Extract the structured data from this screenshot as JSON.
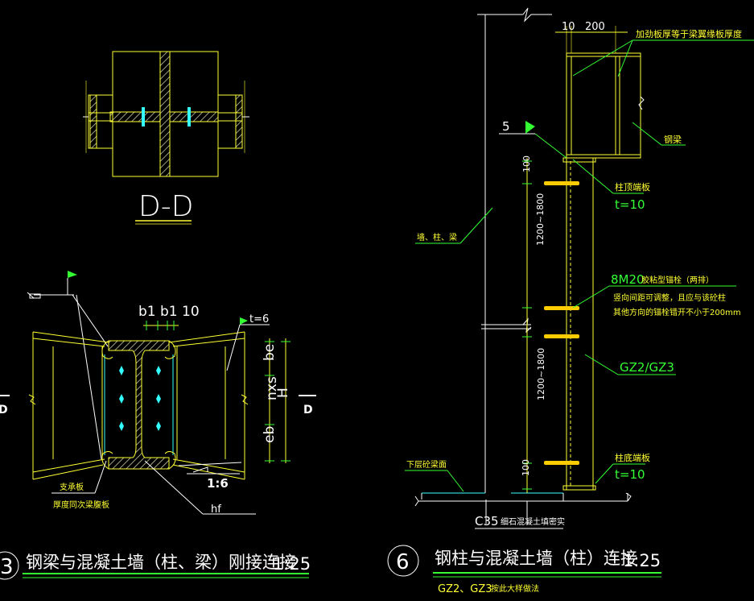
{
  "section_dd": {
    "title": "D-D"
  },
  "detail3": {
    "dim_top": "b1 b1 10",
    "t6": "t=6",
    "be_top": "be",
    "nxs": "nxs",
    "H": "H",
    "be_bottom": "eb",
    "ratio": "1:6",
    "D_left": "D",
    "D_right": "D",
    "note_plate": "支承板",
    "note_plate2": "厚度同次梁腹板",
    "hf": "hf",
    "number": "3",
    "title": "钢梁与混凝土墙（柱、梁）刚接连接",
    "scale": "1:25"
  },
  "detail6": {
    "dim_10": "10",
    "dim_200": "200",
    "note_stiffener": "加劲板厚等于梁翼缘板厚度",
    "weld_5": "5",
    "note_steel_beam": "钢梁",
    "dim_100_top": "100",
    "dim_1200_1800_top": "1200~1800",
    "note_top_plate": "柱顶端板",
    "t10_top": "t=10",
    "note_wall": "墙、柱、梁",
    "bolt_spec": "8M20",
    "bolt_note1": "胶粘型锚栓（两排）",
    "bolt_note2": "竖向间距可调整，且应与该砼柱",
    "bolt_note3": "其他方向的锚栓错开不小于200mm",
    "gz": "GZ2/GZ3",
    "dim_1200_1800_bottom": "1200~1800",
    "dim_100_bottom": "100",
    "note_lower_beam": "下层砼梁面",
    "note_bottom_plate": "柱底端板",
    "t10_bottom": "t=10",
    "concrete": "C35",
    "concrete_note": "细石混凝土填密实",
    "number": "6",
    "title": "钢柱与混凝土墙（柱）连接",
    "scale": "1:25",
    "subtitle_code": "GZ2、GZ3",
    "subtitle_note": "按此大样做法"
  }
}
